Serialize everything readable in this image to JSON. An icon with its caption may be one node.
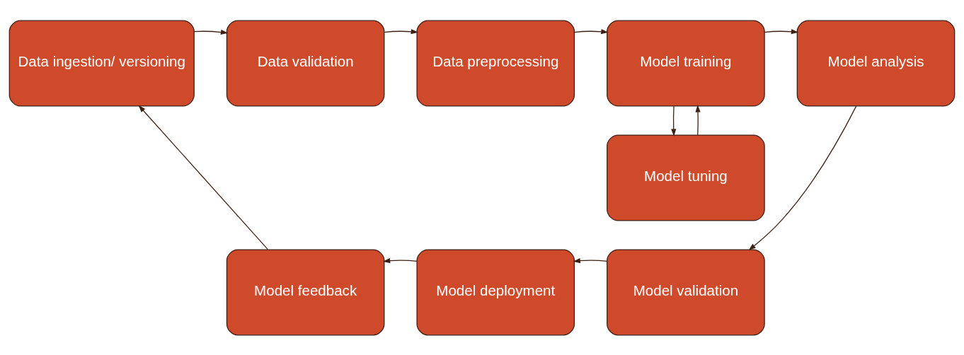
{
  "diagram": {
    "nodes": [
      {
        "text": [
          "Data ingestion/ versioning"
        ]
      },
      {
        "text": [
          "Data validation"
        ]
      },
      {
        "text": [
          "Data preprocessing"
        ]
      },
      {
        "text": [
          "Model training"
        ]
      },
      {
        "text": [
          "Model analysis"
        ]
      },
      {
        "text": [
          "Model tuning"
        ]
      },
      {
        "text": [
          "Model feedback"
        ]
      },
      {
        "text": [
          "Model deployment"
        ]
      },
      {
        "text": [
          "Model validation"
        ]
      }
    ],
    "edges": [
      {
        "from": 0,
        "to": 1,
        "arrow": "to"
      },
      {
        "from": 1,
        "to": 2,
        "arrow": "to"
      },
      {
        "from": 2,
        "to": 3,
        "arrow": "to"
      },
      {
        "from": 3,
        "to": 4,
        "arrow": "to"
      },
      {
        "from": 3,
        "to": 5,
        "arrow": "to"
      },
      {
        "from": 5,
        "to": 3,
        "arrow": "to"
      },
      {
        "from": 4,
        "to": 8,
        "arrow": "to"
      },
      {
        "from": 8,
        "to": 7,
        "arrow": "to"
      },
      {
        "from": 7,
        "to": 6,
        "arrow": "to"
      },
      {
        "from": 6,
        "to": 0,
        "arrow": "to"
      }
    ]
  }
}
